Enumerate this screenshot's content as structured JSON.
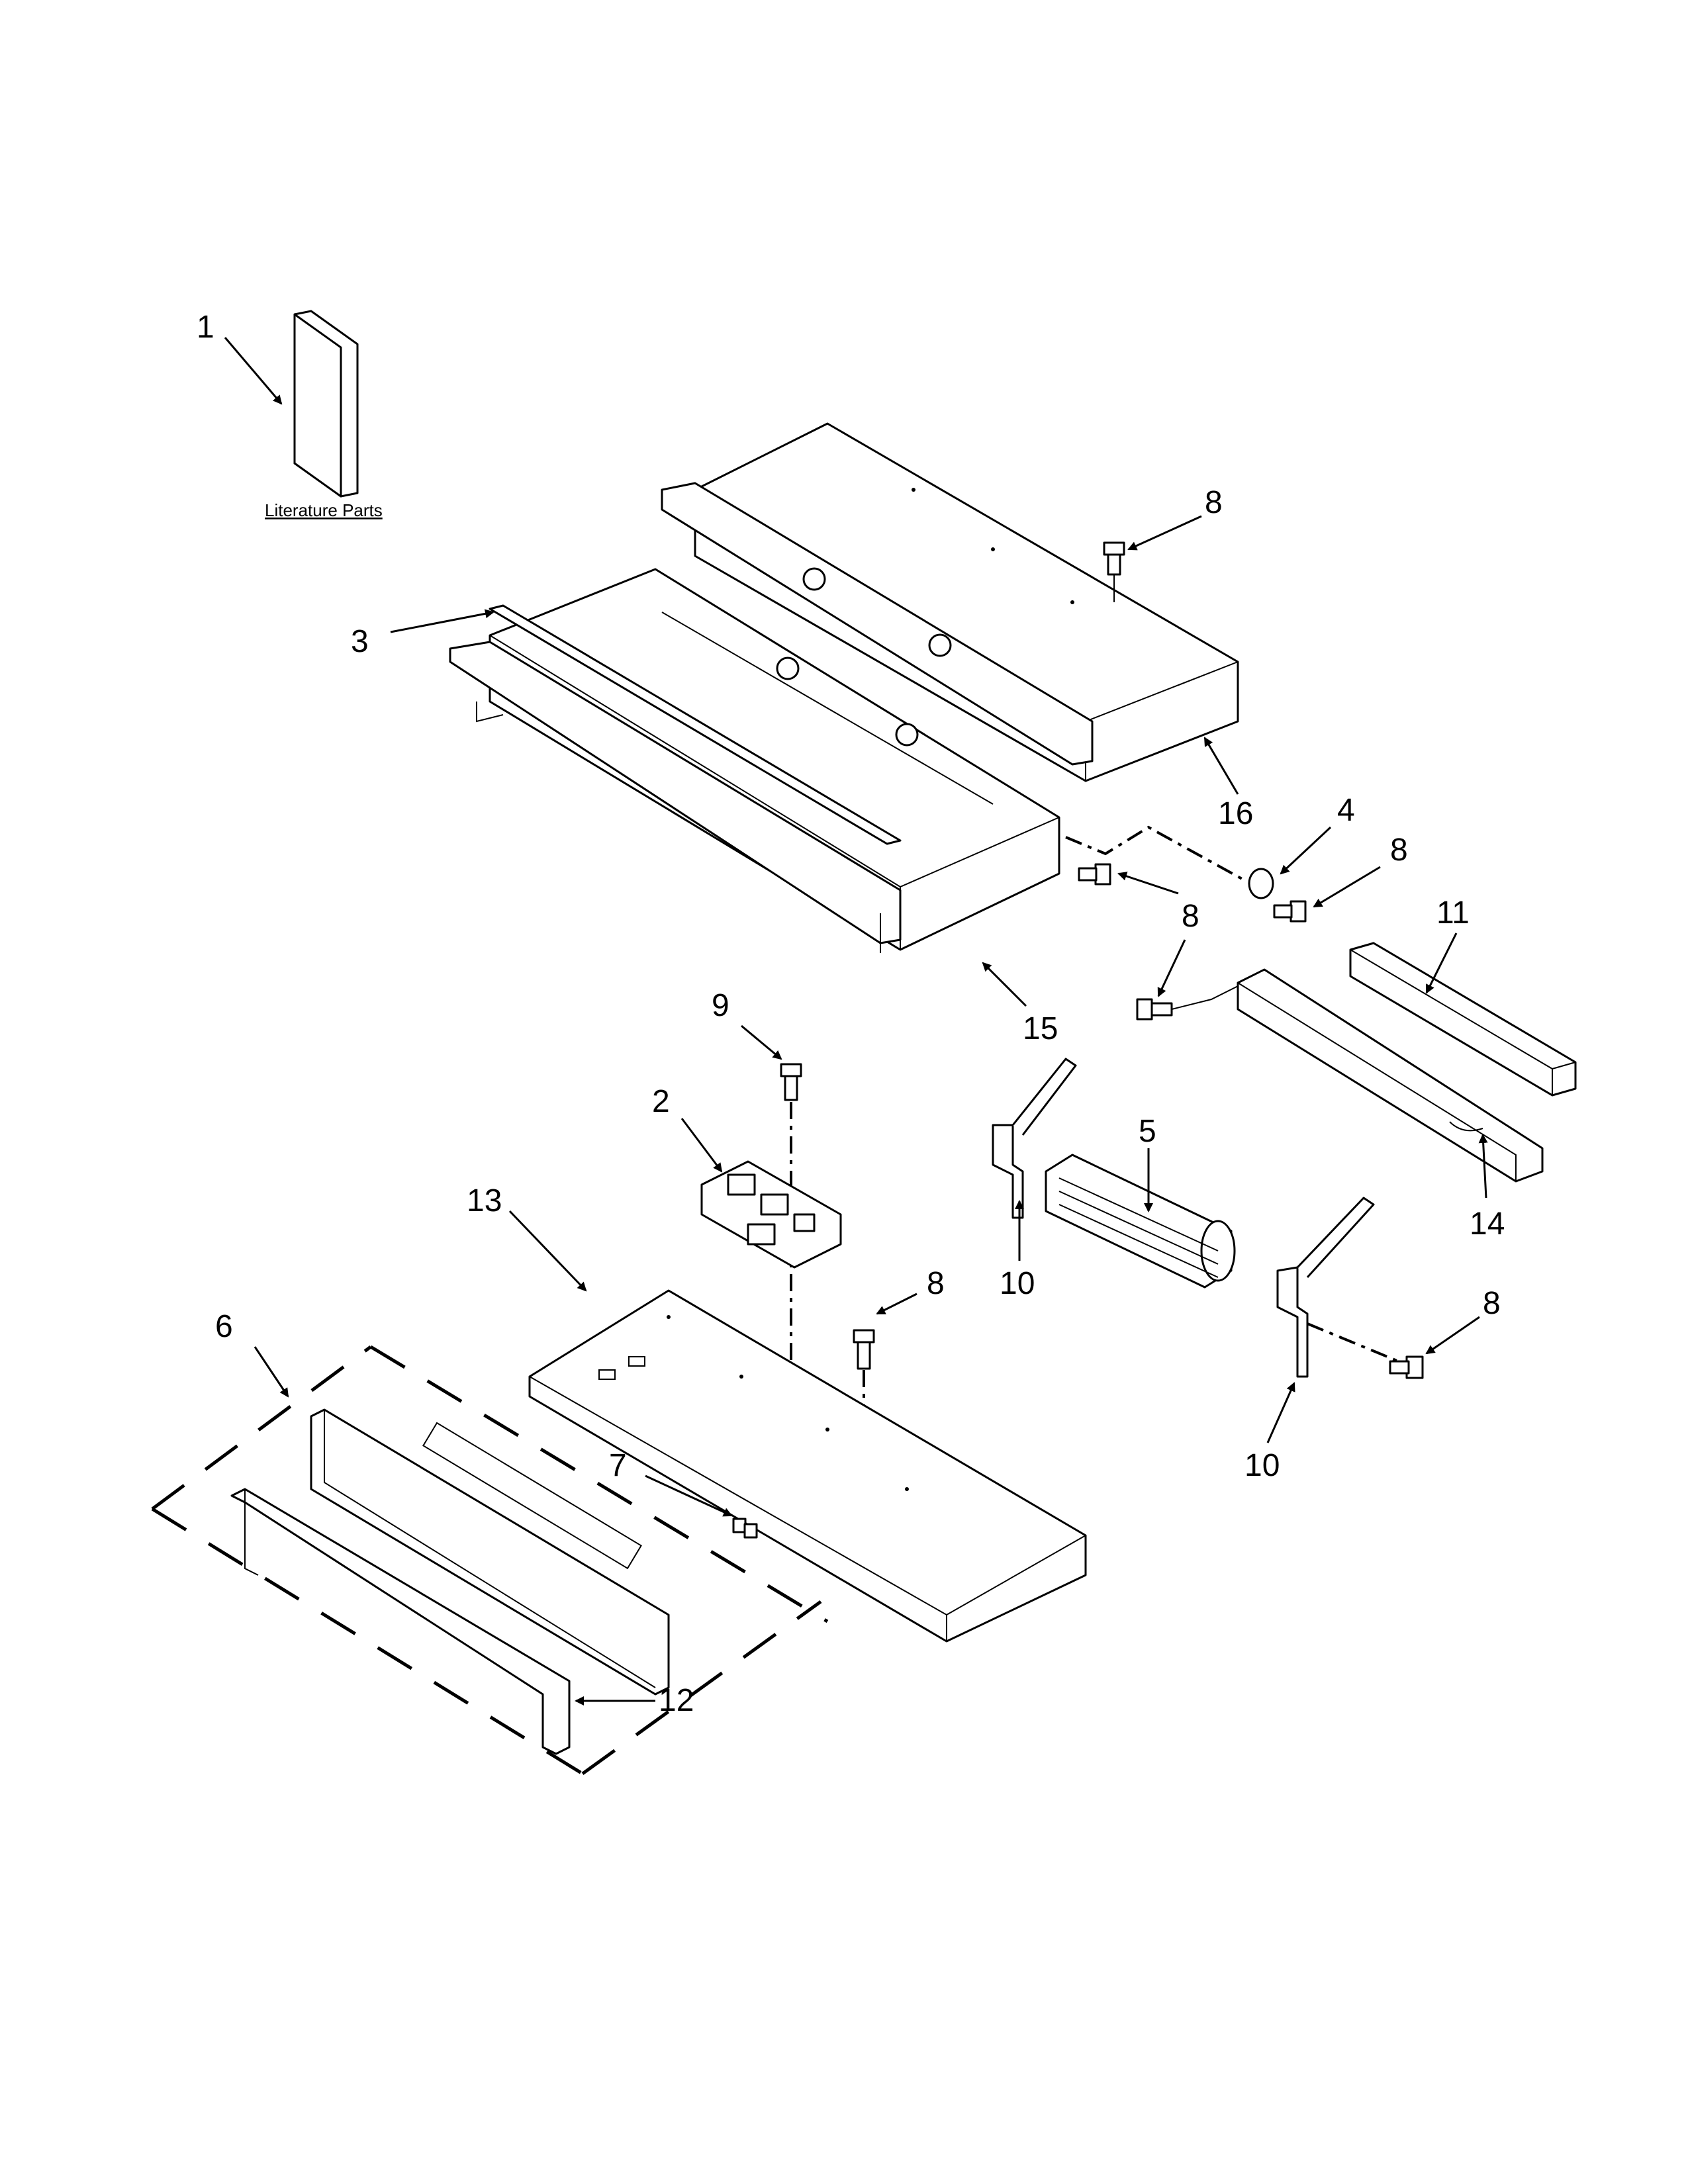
{
  "literature_label": "Literature Parts",
  "callouts": [
    "1",
    "3",
    "8",
    "16",
    "4",
    "8",
    "8",
    "11",
    "15",
    "9",
    "2",
    "5",
    "13",
    "14",
    "10",
    "8",
    "8",
    "6",
    "10",
    "7",
    "12"
  ]
}
